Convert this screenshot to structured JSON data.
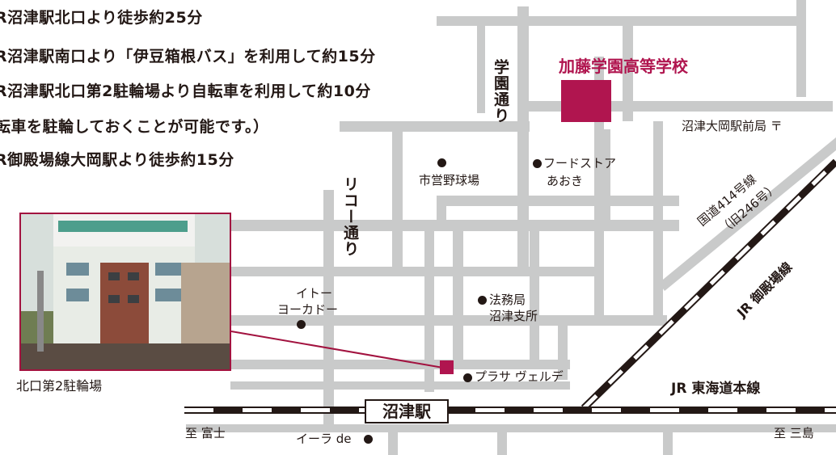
{
  "directions": [
    "R沼津駅北口より徒歩約25分",
    "R沼津駅南口より「伊豆箱根バス」を利用して約15分",
    "R沼津駅北口第2駐輪場より自転車を利用して約10分",
    "転車を駐輪しておくことが可能です。）",
    "R御殿場線大岡駅より徒歩約15分"
  ],
  "map": {
    "school": "加藤学園高等学校",
    "station": "沼津駅",
    "streets": {
      "gakuen": "学園通り",
      "ricoh": "リコー通り"
    },
    "places": {
      "baseball": "市営野球場",
      "food_store_1": "フードストア",
      "food_store_2": "あおき",
      "post_office": "沼津大岡駅前局 〒",
      "ito_1": "イトー",
      "ito_2": "ヨーカドー",
      "legal_1": "法務局",
      "legal_2": "沼津支所",
      "plaza": "プラサ ヴェルデ",
      "ira": "イーラ de"
    },
    "lines": {
      "route414_1": "国道414号線",
      "route414_2": "（旧246号）",
      "gotemba": "JR 御殿場線",
      "tokaido": "JR 東海道本線"
    },
    "to_fuji": "至 富士",
    "to_mishima": "至 三島",
    "photo_caption": "北口第2駐輪場"
  },
  "colors": {
    "accent": "#b0154f",
    "road": "#c9caca",
    "text": "#231815"
  }
}
